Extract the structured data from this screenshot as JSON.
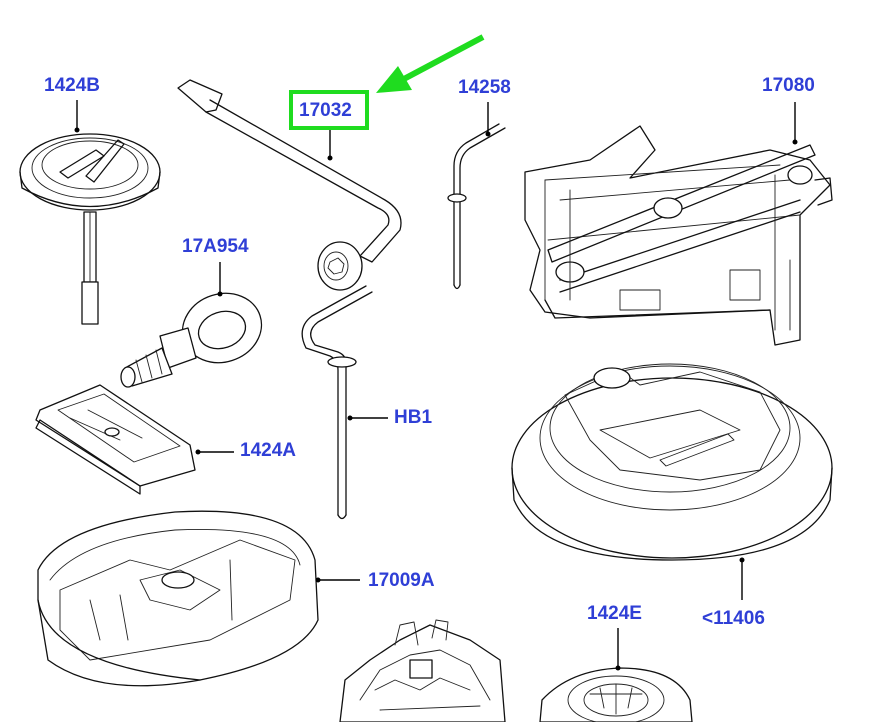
{
  "parts": [
    {
      "id": "1424B",
      "label": "1424B",
      "name": "spare-wheel-clamp"
    },
    {
      "id": "17032",
      "label": "17032",
      "name": "wheel-nut-wrench",
      "highlighted": true
    },
    {
      "id": "14258",
      "label": "14258",
      "name": "pin"
    },
    {
      "id": "17080",
      "label": "17080",
      "name": "jack"
    },
    {
      "id": "17A954",
      "label": "17A954",
      "name": "towing-eye"
    },
    {
      "id": "HB1",
      "label": "HB1",
      "name": "jack-handle"
    },
    {
      "id": "1424A",
      "label": "1424A",
      "name": "bracket"
    },
    {
      "id": "17009A",
      "label": "17009A",
      "name": "tool-storage-tray"
    },
    {
      "id": "11406",
      "label": "<11406",
      "name": "spare-wheel-well-tray"
    },
    {
      "id": "1424E",
      "label": "1424E",
      "name": "retaining-nut"
    }
  ],
  "colors": {
    "label": "#2f3fd6",
    "highlight": "#1fdc1f",
    "line": "#111111"
  }
}
